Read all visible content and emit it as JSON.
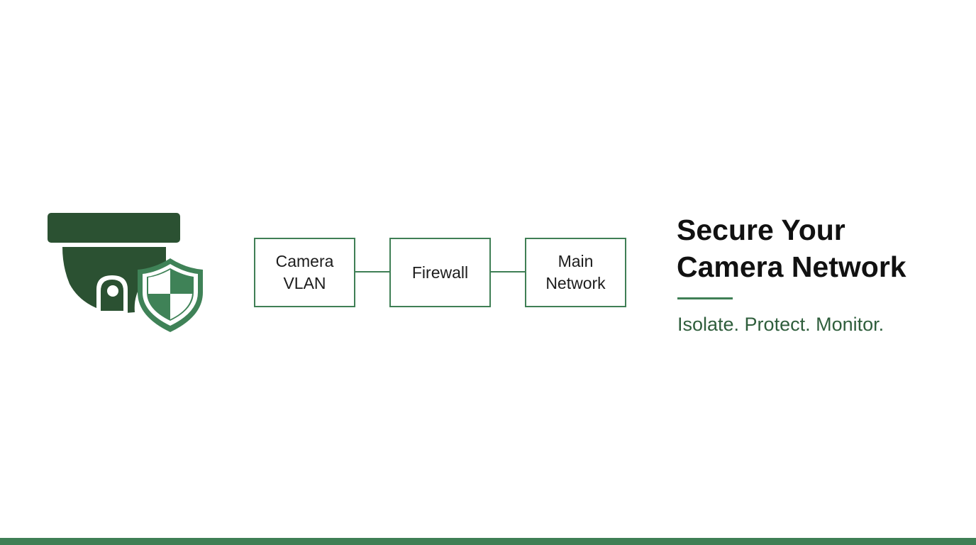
{
  "icon": {
    "name": "security-camera-shield-icon",
    "camera_color": "#2b5132",
    "shield_color": "#3f8257"
  },
  "diagram": {
    "nodes": [
      {
        "label": "Camera\nVLAN"
      },
      {
        "label": "Firewall"
      },
      {
        "label": "Main\nNetwork"
      }
    ],
    "edges": [
      {
        "from": "Camera VLAN",
        "to": "Firewall"
      },
      {
        "from": "Firewall",
        "to": "Main Network"
      }
    ],
    "border_color": "#3f7f55"
  },
  "headline": {
    "title": "Secure Your\nCamera Network",
    "tagline": "Isolate. Protect. Monitor."
  },
  "colors": {
    "accent": "#3f7f55",
    "text": "#111111",
    "tagline": "#2f5e3c",
    "background": "#ffffff"
  }
}
